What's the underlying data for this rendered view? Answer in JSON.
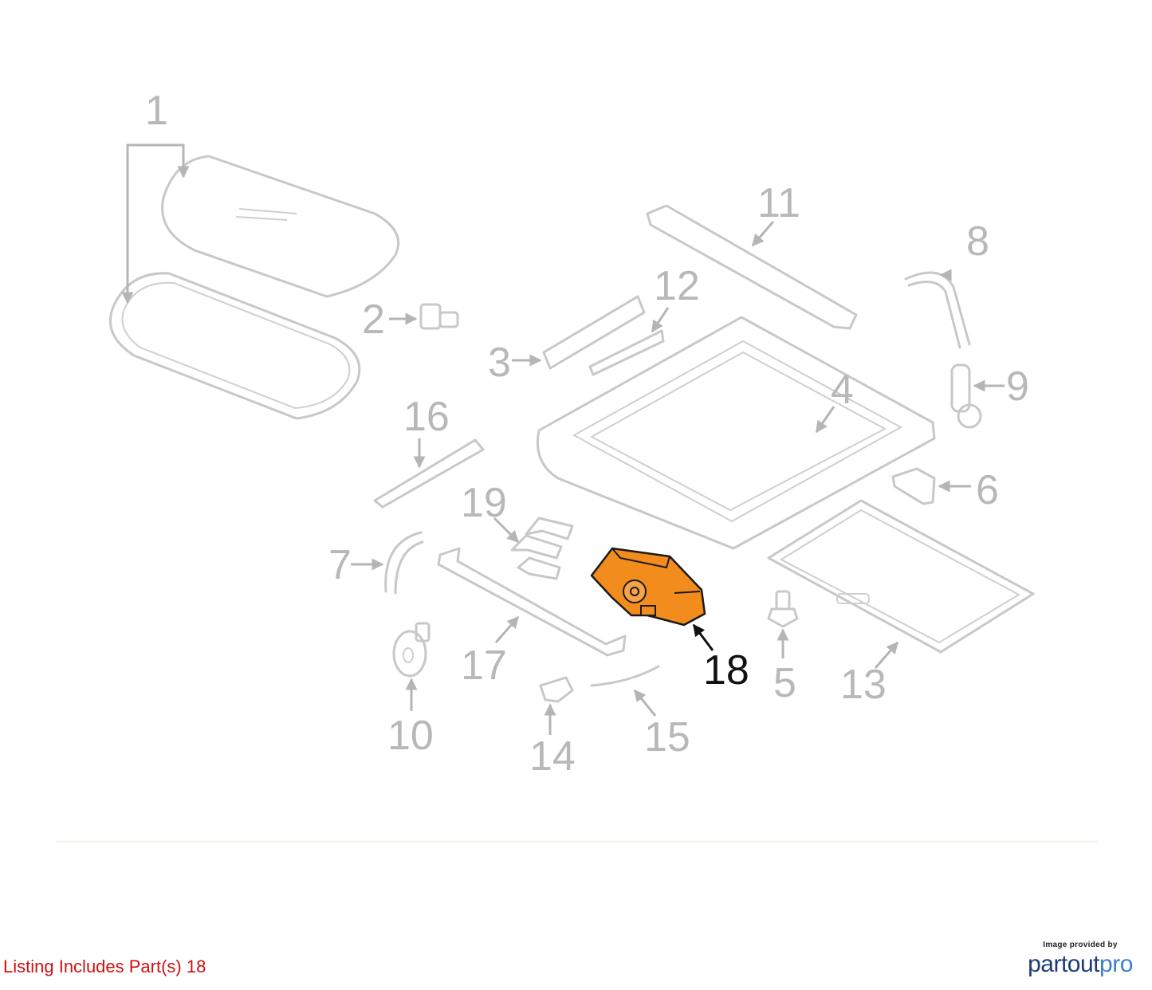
{
  "highlight_color": "#f28c1c",
  "callouts": {
    "c1": "1",
    "c2": "2",
    "c3": "3",
    "c4": "4",
    "c5": "5",
    "c6": "6",
    "c7": "7",
    "c8": "8",
    "c9": "9",
    "c10": "10",
    "c11": "11",
    "c12": "12",
    "c13": "13",
    "c14": "14",
    "c15": "15",
    "c16": "16",
    "c17": "17",
    "c18": "18",
    "c19": "19"
  },
  "listing": "Listing Includes Part(s) 18",
  "brand": {
    "tagline": "Image provided by",
    "name_part1": "partout",
    "name_part2": "pro"
  }
}
